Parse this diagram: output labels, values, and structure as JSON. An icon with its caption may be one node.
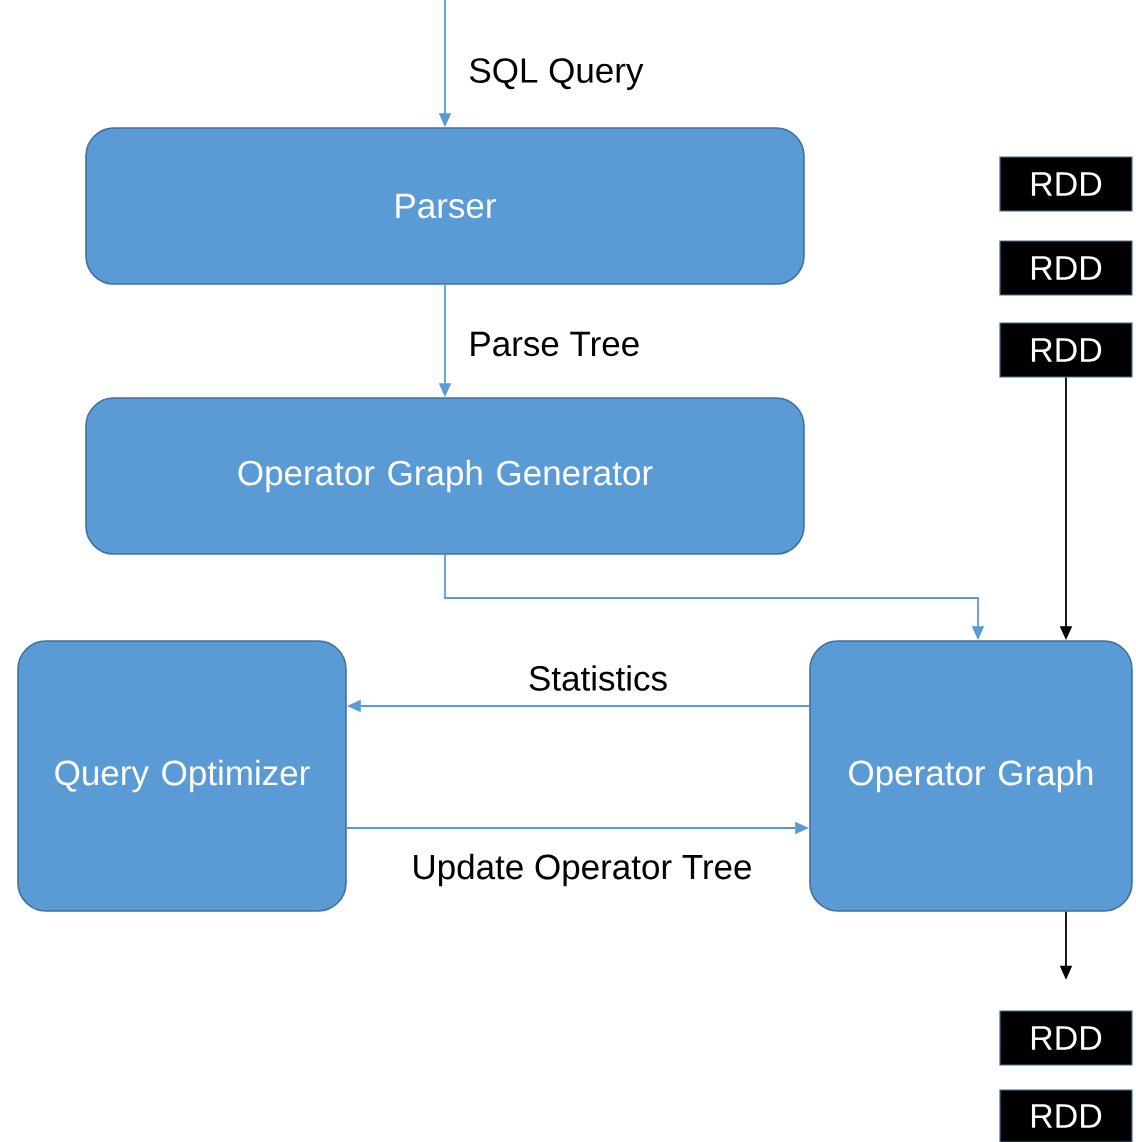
{
  "diagram": {
    "nodes": [
      {
        "text": [
          "Parser"
        ]
      },
      {
        "text": [
          "Operator Graph Generator"
        ]
      },
      {
        "text": [
          "Query Optimizer"
        ]
      },
      {
        "text": [
          "Operator Graph"
        ]
      },
      {
        "text": [
          "RDD"
        ]
      },
      {
        "text": [
          "RDD"
        ]
      },
      {
        "text": [
          "RDD"
        ]
      },
      {
        "text": [
          "RDD"
        ]
      },
      {
        "text": [
          "RDD"
        ]
      }
    ],
    "edges": [
      {
        "from": null,
        "to": 0,
        "arrow": "to",
        "label": "SQL Query"
      },
      {
        "from": 0,
        "to": 1,
        "arrow": "to",
        "label": "Parse Tree"
      },
      {
        "from": 1,
        "to": 3,
        "arrow": "to"
      },
      {
        "from": 3,
        "to": 2,
        "arrow": "to",
        "label": "Statistics"
      },
      {
        "from": 2,
        "to": 3,
        "arrow": "to",
        "label": "Update Operator Tree"
      },
      {
        "from": 6,
        "to": 3,
        "arrow": "to",
        "color": "#000000"
      },
      {
        "from": 3,
        "to": null,
        "arrow": "to",
        "color": "#000000"
      }
    ]
  }
}
